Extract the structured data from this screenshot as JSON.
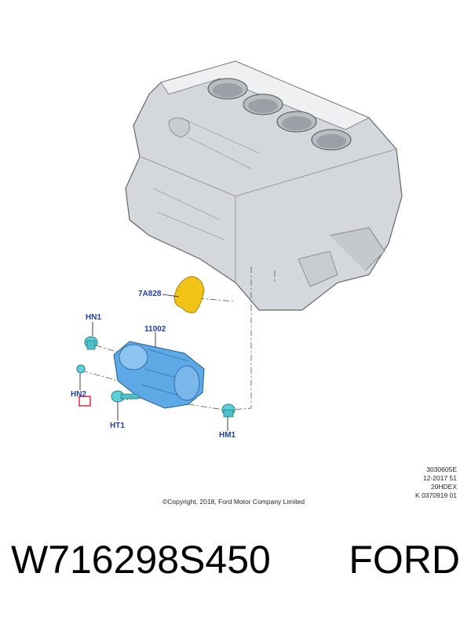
{
  "callouts": {
    "bracket": "7A828",
    "starter": "11002",
    "hn1": "HN1",
    "hn2": "HN2",
    "ht1": "HT1",
    "hm1": "HM1"
  },
  "meta": {
    "code": "3030605E",
    "date": "12-2017 51",
    "engine": "20HDEX",
    "ref": "K 0370919 01"
  },
  "copyright": "©Copyright, 2018, Ford Motor Company Limited",
  "footer": {
    "part_number": "W716298S450",
    "brand": "FORD"
  },
  "colors": {
    "callout": "#1f3fa8",
    "block": "#d4d8dc",
    "starter": "#5fa8e6",
    "bracket": "#f2c418",
    "fastener": "#5fd0d8",
    "highlight": "#e0182d"
  }
}
